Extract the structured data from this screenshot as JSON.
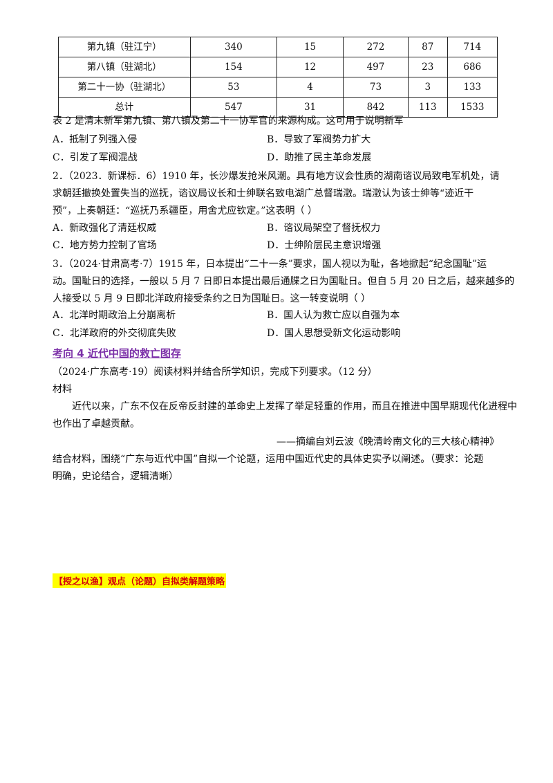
{
  "table": {
    "rows": [
      [
        "第九镇（驻江宁）",
        "340",
        "15",
        "272",
        "87",
        "714"
      ],
      [
        "第八镇（驻湖北）",
        "154",
        "12",
        "497",
        "23",
        "686"
      ],
      [
        "第二十一协（驻湖北）",
        "53",
        "4",
        "73",
        "3",
        "133"
      ],
      [
        "总计",
        "547",
        "31",
        "842",
        "113",
        "1533"
      ]
    ]
  },
  "q1": {
    "stem": "表 2 是清末新军第九镇、第八镇及第二十一协军官的来源构成。这可用于说明新军",
    "A": "A．抵制了列强入侵",
    "B": "B．导致了军阀势力扩大",
    "C": "C．引发了军阀混战",
    "D": "D．助推了民主革命发展"
  },
  "q2": {
    "line1": "2．（2023．新课标．6）1910 年，长沙爆发抢米风潮。具有地方议会性质的湖南谘议局致电军机处，请",
    "line2": "求朝廷撤换处置失当的巡抚，谘议局议长和士绅联名致电湖广总督瑞澂。瑞澂认为该士绅等“迹近干",
    "line3": "预”，上奏朝廷：“巡抚乃系疆臣，用舍尤应钦定。”这表明（     ）",
    "A": "A．新政强化了清廷权威",
    "B": "B．谘议局架空了督抚权力",
    "C": "C．地方势力控制了官场",
    "D": "D．士绅阶层民主意识增强"
  },
  "q3": {
    "line1": "3．（2024·甘肃高考·7）1915 年，日本提出“二十一条”要求，国人视以为耻，各地掀起“纪念国耻”运",
    "line2": "动。国耻日的选择，一般以 5 月 7 日即日本提出最后通牒之日为国耻日。但自 5 月 20 日之后，越来越多的",
    "line3": "人接受以 5 月 9 日即北洋政府接受条约之日为国耻日。这一转变说明（     ）",
    "A": "A．北洋时期政治上分崩离析",
    "B": "B．国人认为救亡应以自强为本",
    "C": "C．北洋政府的外交彻底失败",
    "D": "D．国人思想受新文化运动影响"
  },
  "section": {
    "heading": "考向 4 近代中国的救亡图存"
  },
  "q4": {
    "intro": "（2024·广东高考·19）阅读材料并结合所学知识，完成下列要求。（12 分）",
    "material_label": "材料",
    "material_line1": "近代以来，广东不仅在反帝反封建的革命史上发挥了举足轻重的作用，而且在推进中国早期现代化进程中",
    "material_line2": "也作出了卓越贡献。",
    "source": "——摘编自刘云波《晚清岭南文化的三大核心精神》",
    "task_line1": "结合材料，围绕“广东与近代中国”自拟一个论题，运用中国近代史的具体史实予以阐述。（要求：论题",
    "task_line2": "明确，史论结合，逻辑清晰）"
  },
  "strategy": {
    "label": "【授之以渔】观点（论题）自拟类解题策略"
  },
  "colors": {
    "heading": "#7b2fa8",
    "strategy_text": "#d4000a",
    "strategy_bg": "#ffff00"
  }
}
